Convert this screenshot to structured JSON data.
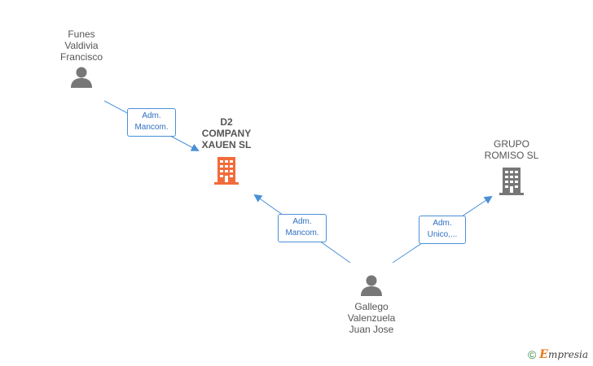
{
  "nodes": {
    "funes": {
      "label": "Funes\nValdivia\nFrancisco",
      "type": "person"
    },
    "d2": {
      "label": "D2\nCOMPANY\nXAUEN  SL",
      "type": "company-main"
    },
    "grupo": {
      "label": "GRUPO\nROMISO  SL",
      "type": "company"
    },
    "gallego": {
      "label": "Gallego\nValenzuela\nJuan Jose",
      "type": "person"
    }
  },
  "edges": {
    "funes_d2": {
      "label": "Adm.\nMancom."
    },
    "gallego_d2": {
      "label": "Adm.\nMancom."
    },
    "gallego_grupo": {
      "label": "Adm.\nUnico,..."
    }
  },
  "colors": {
    "edge": "#4a90d9",
    "person_icon": "#777777",
    "company_main": "#f26b3a",
    "company": "#777777"
  },
  "footer": {
    "copyright_symbol": "©",
    "brand_initial": "E",
    "brand_rest": "mpresia"
  }
}
